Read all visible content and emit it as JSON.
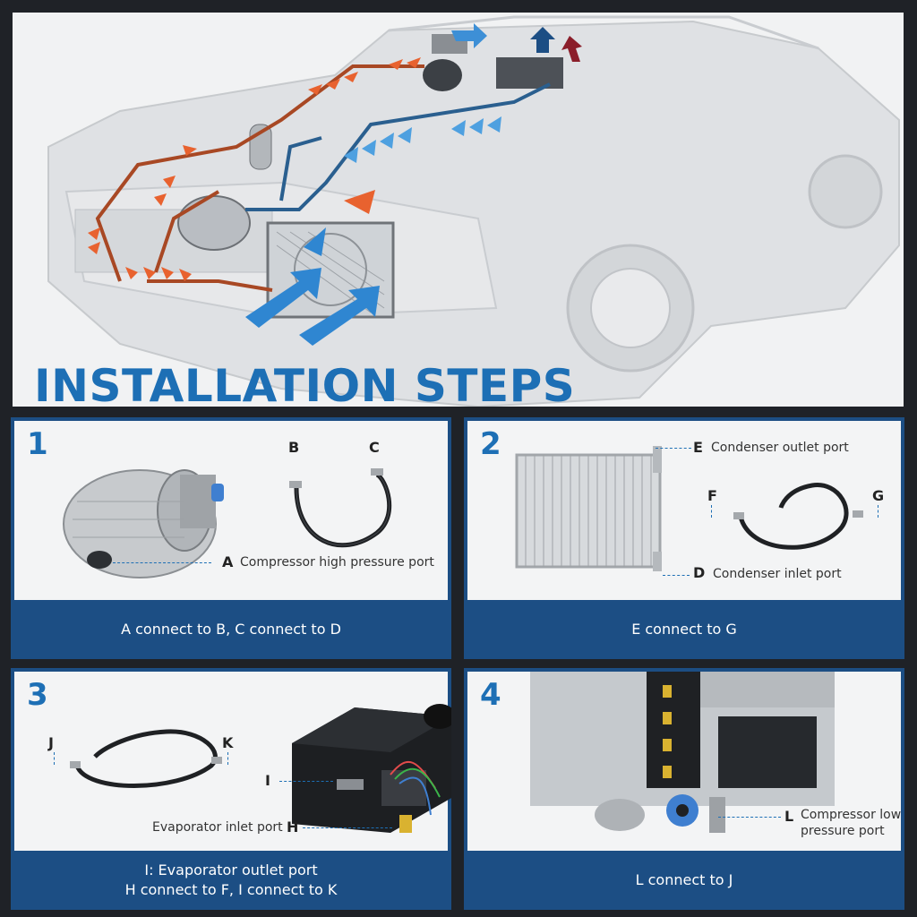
{
  "hero": {
    "title": "INSTALLATION STEPS"
  },
  "colors": {
    "accent": "#1d6fb5",
    "panel_bar": "#1c4e84",
    "hot_arrow": "#e8622f",
    "cold_arrow": "#3d8fd6"
  },
  "steps": [
    {
      "number": "1",
      "labels": {
        "a": "A",
        "b": "B",
        "c": "C"
      },
      "descriptions": {
        "a": "Compressor high pressure port"
      },
      "caption_lines": [
        "A connect to B, C connect to D"
      ]
    },
    {
      "number": "2",
      "labels": {
        "e": "E",
        "f": "F",
        "g": "G",
        "d": "D"
      },
      "descriptions": {
        "e": "Condenser outlet port",
        "d": "Condenser inlet port"
      },
      "caption_lines": [
        "E connect to G"
      ]
    },
    {
      "number": "3",
      "labels": {
        "j": "J",
        "k": "K",
        "i": "I",
        "h": "H"
      },
      "descriptions": {
        "h": "Evaporator inlet port"
      },
      "caption_lines": [
        "I: Evaporator outlet port",
        "H connect to F, I connect to K"
      ]
    },
    {
      "number": "4",
      "labels": {
        "l": "L"
      },
      "descriptions": {
        "l_line1": "Compressor low",
        "l_line2": "pressure port"
      },
      "caption_lines": [
        "L connect to J"
      ]
    }
  ]
}
